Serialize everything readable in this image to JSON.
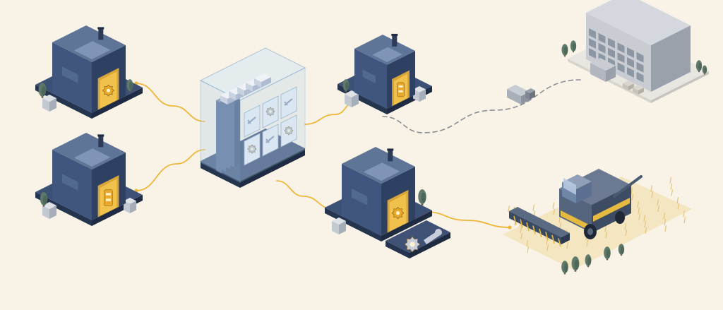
{
  "colors": {
    "background": "#f8f3e6",
    "roof": "#5f7598",
    "wall_left": "#40567e",
    "wall_right": "#2f4163",
    "base_top": "#3d5075",
    "base_side": "#25344f",
    "glow": "#f1c24b",
    "glow_inner": "#e8a92a",
    "connector": "#efb63a",
    "shipping_route": "#8a8d92",
    "tree": "#5f7a6b",
    "tree_dark": "#3f5a4d",
    "glass": "#bcd6ee",
    "glass_edge": "#7fa7cf",
    "warehouse": "#c9cdd3",
    "warehouse_dark": "#9aa1ab",
    "crop": "#e3c47c",
    "harvester_body": "#55657d",
    "harvester_stripe": "#e5ba3f"
  },
  "nodes": [
    {
      "name": "workshop-top-left",
      "icon": "gear-icon"
    },
    {
      "name": "workshop-bottom-left",
      "icon": "part-icon"
    },
    {
      "name": "central-parts-repository",
      "icon": "parts-grid-icon"
    },
    {
      "name": "workshop-top-right",
      "icon": "part-icon"
    },
    {
      "name": "workshop-bottom-center",
      "icon": "gear-icon"
    },
    {
      "name": "distribution-warehouse",
      "icon": "warehouse-icon"
    },
    {
      "name": "delivery-truck",
      "icon": "truck-icon"
    },
    {
      "name": "combine-harvester",
      "icon": "harvester-icon"
    }
  ]
}
